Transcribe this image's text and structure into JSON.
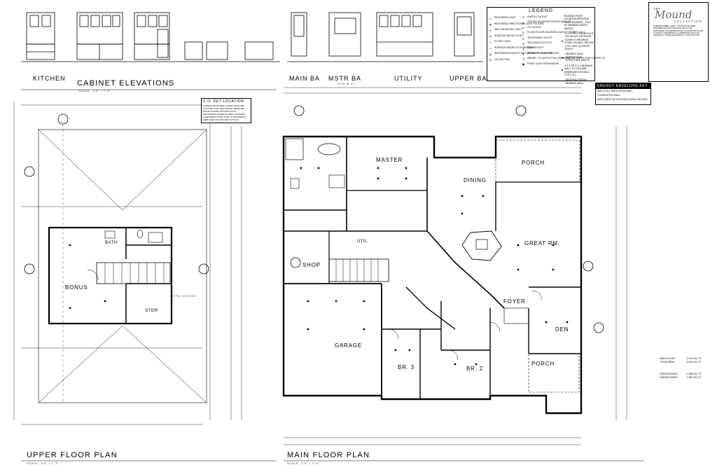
{
  "cabinet": {
    "title": "CABINET ELEVATIONS",
    "scale": "SCALE - 1/4\" = 1'-0\"",
    "groups": [
      "KITCHEN",
      "MAIN BA",
      "MSTR BA",
      "UTILITY",
      "UPPER BA"
    ],
    "mstr_sub": "(TYP @ 2)"
  },
  "legend": {
    "title": "LEGEND",
    "col1": [
      "RECESSED LIGHT",
      "RECESSED DIRECTIONAL LIGHT FIXTURE",
      "WALL MOUNTED LIGHT",
      "SURFACE MOUNT LIGHT",
      "FLOOD LIGHT",
      "SURFACE MOUNT FLUORESCENT",
      "RECESSED EXHAUST FAN VENTED TO THE EXTERIOR",
      "CEILING FAN"
    ],
    "col2": [
      "DUPLEX OUTLET",
      "CEILING MOUNTED DUPLEX OUTLET",
      "GFI OUTLET",
      "FLUSH FLOOR MOUNTED OUTLET (VERIFY LOC.)",
      "TELEPHONE OUTLET",
      "TELEVISION OUTLET",
      "DATA OUTLET",
      "SPEAKER LOCATION",
      "SMOKE / CO DETECTION (SEE GENERAL NOTES FOR CO SPEC'S)",
      "POINT LOAD FROM ABOVE"
    ],
    "col3": [
      "BEARING POINT LOCATION (PROVIDE SOLID BEARING - FULL OF MEMBER WIDTH ABOVE)",
      "4 X 4 POST FROM ROOF VIA VALLEY OR RIDGE DOWN TO BEARING POINT ON WALL BELOW (TYP. UNO. @ FRONT ROOF)",
      "BEARING WALL SUPPORTING STRUCTURE ABOVE",
      "4 X 4 OR 6 X 4 BEARING WALL TO COLUMN (EMBEDDED IN WALL TYP. C.S.)",
      "DROPPED FRESH BEARING WALL"
    ]
  },
  "energy": {
    "title": "ENERGY ENVELOPE KEY",
    "rows": [
      "WALL/FULL INSULATION WALL",
      "FOUNDATION WALL",
      "(SEE SHEET A5 FOR INSULATION VALUES)"
    ]
  },
  "co_det": {
    "title": "C.O. DET LOCATION",
    "text": "CARBON MONOXIDE ALARMS SHALL BE LOCATED IN EA. SECONDARY BEDROOM WITHIN 15 FEET OUTSIDE OF EA. SECONDARY SLEEPING AREA, ON EVERY HABITABLE FLOOR LEVEL, AT DOORWAYS. (SEE SHEET A5 FOR ADD'L NOTES)"
  },
  "logo": {
    "the": "THE",
    "name": "Mound",
    "collection": "COLLECTION",
    "fine": "LICENSE NUMBER: 131062 - THIS PLAN HAS BEEN PROVIDED FOR THE EXCLUSIVE USE OF THE PURCHASER. ANY REPRODUCTION, IN WHOLE OR IN PART, IS STRICTLY PROHIBITED. ALL DIMENSIONS SHALL BE VERIFIED BY THE BUILDER PRIOR TO CONSTRUCTION."
  },
  "upper": {
    "title": "UPPER FLOOR PLAN",
    "scale": "SCALE - 1/4\" = 1'-0\"",
    "rooms": {
      "bonus": "BONUS",
      "stor": "STOR",
      "bath": "BATH",
      "attic": "ATTIC ACCESS"
    }
  },
  "main": {
    "title": "MAIN FLOOR PLAN",
    "scale": "SCALE - 1/4\" = 1'-0\"",
    "rooms": {
      "master": "MASTER",
      "dining": "DINING",
      "porch_top": "PORCH",
      "great": "GREAT RM.",
      "shop": "SHOP",
      "foyer": "FOYER",
      "den": "DEN",
      "porch_bot": "PORCH",
      "garage": "GARAGE",
      "br3": "BR. 3",
      "br2": "BR. 2",
      "utility": "UTIL"
    }
  },
  "areas": [
    {
      "label": "MAIN FLOOR",
      "value": "2,010 SQ. FT."
    },
    {
      "label": "TOTAL AREA",
      "value": "2,510 SQ. FT."
    },
    {
      "label": "UPPER BONUS",
      "value": "1,468 SQ. FT."
    },
    {
      "label": "GARAGE AREA",
      "value": "1,080 SQ. FT."
    }
  ]
}
